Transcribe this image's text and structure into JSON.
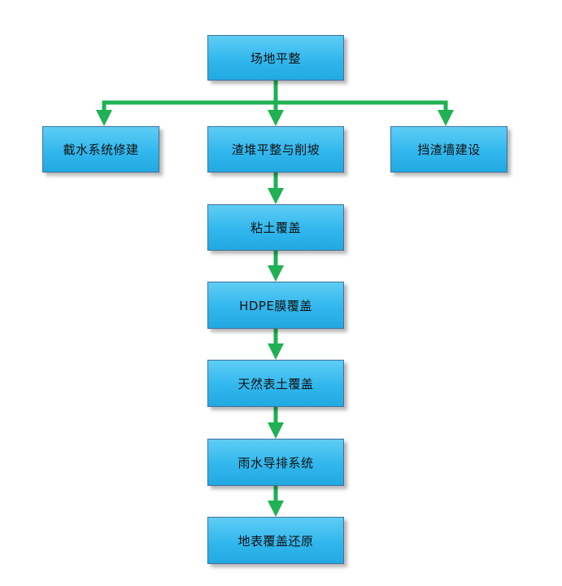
{
  "colors": {
    "node_fill": "#31b7ed",
    "node_border": "#41719c",
    "connector": "#1fb153"
  },
  "nodes": [
    {
      "id": "site-leveling",
      "label": "场地平整"
    },
    {
      "id": "intercept-drain",
      "label": "截水系统修建"
    },
    {
      "id": "slag-leveling",
      "label": "渣堆平整与削坡"
    },
    {
      "id": "retaining-wall",
      "label": "挡渣墙建设"
    },
    {
      "id": "clay-cover",
      "label": "粘土覆盖"
    },
    {
      "id": "hdpe-cover",
      "label": "HDPE膜覆盖"
    },
    {
      "id": "topsoil-cover",
      "label": "天然表土覆盖"
    },
    {
      "id": "rain-drainage",
      "label": "雨水导排系统"
    },
    {
      "id": "surface-restore",
      "label": "地表覆盖还原"
    }
  ],
  "edges": [
    [
      "site-leveling",
      "intercept-drain"
    ],
    [
      "site-leveling",
      "slag-leveling"
    ],
    [
      "site-leveling",
      "retaining-wall"
    ],
    [
      "slag-leveling",
      "clay-cover"
    ],
    [
      "clay-cover",
      "hdpe-cover"
    ],
    [
      "hdpe-cover",
      "topsoil-cover"
    ],
    [
      "topsoil-cover",
      "rain-drainage"
    ],
    [
      "rain-drainage",
      "surface-restore"
    ]
  ]
}
